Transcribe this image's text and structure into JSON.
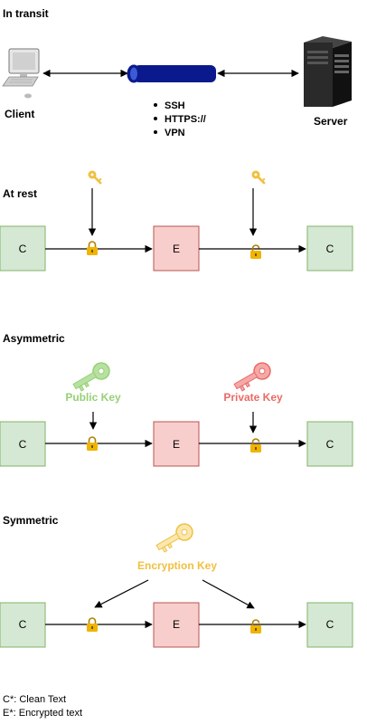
{
  "colors": {
    "clean_fill": "#d5e8d4",
    "clean_stroke": "#82b366",
    "enc_fill": "#f8cecc",
    "enc_stroke": "#b85450",
    "lock": "#f0b400",
    "key_gold": "#f0c040",
    "public_key": "#97d077",
    "private_key": "#ea6b66",
    "enc_key": "#f5d98a",
    "public_label": "#97d077",
    "private_label": "#ea6b66",
    "enc_label": "#f0c040",
    "pipe": "#0a1a8c"
  },
  "in_transit": {
    "title": "In transit",
    "client_label": "Client",
    "server_label": "Server",
    "protocols": [
      "SSH",
      "HTTPS://",
      "VPN"
    ]
  },
  "at_rest": {
    "title": "At rest",
    "box_c": "C",
    "box_e": "E"
  },
  "asymmetric": {
    "title": "Asymmetric",
    "public_key_label": "Public Key",
    "private_key_label": "Private Key",
    "box_c": "C",
    "box_e": "E"
  },
  "symmetric": {
    "title": "Symmetric",
    "encryption_key_label": "Encryption Key",
    "box_c": "C",
    "box_e": "E"
  },
  "legend": {
    "clean": "C*: Clean Text",
    "encrypted": "E*: Encrypted text"
  }
}
